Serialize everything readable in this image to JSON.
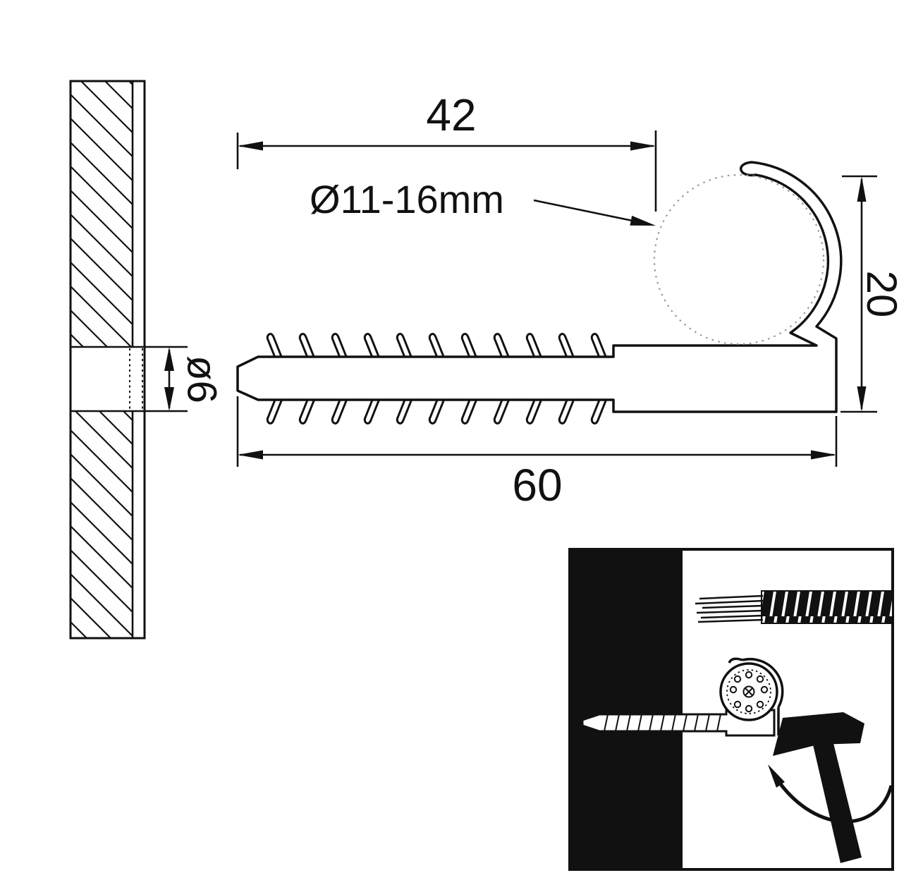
{
  "labels": {
    "dim_top": "42",
    "cable_range": "Ø11-16mm",
    "dim_height": "20",
    "dim_hole": "ø6",
    "dim_length": "60"
  },
  "colors": {
    "ink": "#111111",
    "background": "#ffffff",
    "guide_circle": "#999999"
  }
}
